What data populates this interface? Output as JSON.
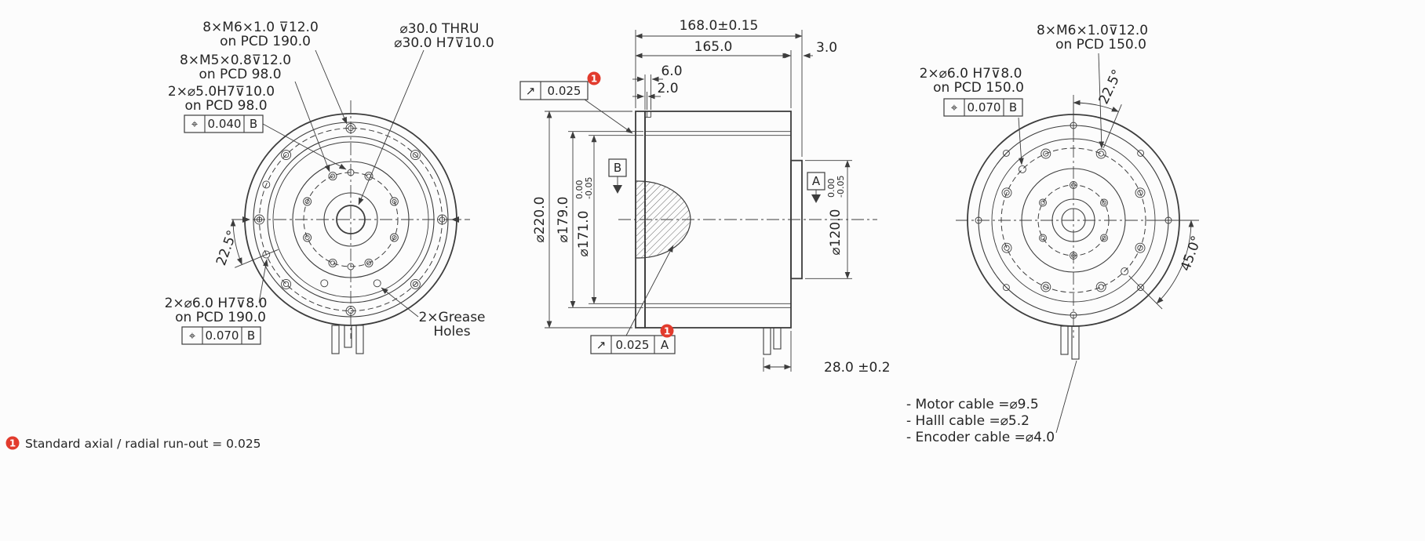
{
  "colors": {
    "line": "#3d3d3d",
    "badge_red": "#e23b2d"
  },
  "front_view": {
    "m6": {
      "line1": "8×M6×1.0 ⊽12.0",
      "line2": "on PCD 190.0"
    },
    "m5": {
      "line1": "8×M5×0.8⊽12.0",
      "line2": "on PCD 98.0"
    },
    "dowel5": {
      "line1": "2×⌀5.0H7⊽10.0",
      "line2": "on PCD 98.0",
      "fcf": {
        "symbol": "⌖",
        "tolerance": "0.040",
        "datum": "B"
      }
    },
    "bore": {
      "line1": "⌀30.0 THRU",
      "line2": "⌀30.0 H7⊽10.0"
    },
    "angle": "22.5°",
    "dowel6": {
      "line1": "2×⌀6.0 H7⊽8.0",
      "line2": "on PCD 190.0",
      "fcf": {
        "symbol": "⌖",
        "tolerance": "0.070",
        "datum": "B"
      }
    },
    "grease": {
      "line1": "2×Grease",
      "line2": "Holes"
    }
  },
  "side_view": {
    "dim_overall": "168.0±0.15",
    "dim_length": "165.0",
    "dim_hub": "3.0",
    "dim_step6": "6.0",
    "dim_step2": "2.0",
    "dia220": "⌀220.0",
    "dia179": "⌀179.0",
    "dia171": "⌀171.0",
    "dia171_tol_upper": "0.00",
    "dia171_tol_lower": "-0.05",
    "dia120": "⌀120.0",
    "dia120_tol_upper": "0.00",
    "dia120_tol_lower": "-0.05",
    "dim_cable": "28.0 ±0.2",
    "runout_top": {
      "symbol": "↗",
      "tolerance": "0.025",
      "badge": "1"
    },
    "runout_bottom": {
      "symbol": "↗",
      "tolerance": "0.025",
      "datum": "A",
      "badge": "1"
    },
    "datum_a": "A",
    "datum_b": "B"
  },
  "rear_view": {
    "m6": {
      "line1": "8×M6×1.0⊽12.0",
      "line2": "on PCD 150.0"
    },
    "dowel6": {
      "line1": "2×⌀6.0 H7⊽8.0",
      "line2": "on PCD 150.0",
      "fcf": {
        "symbol": "⌖",
        "tolerance": "0.070",
        "datum": "B"
      }
    },
    "angle_small": "22.5°",
    "angle_large": "45.0°",
    "cable_notes": [
      "- Motor cable =⌀9.5",
      "- Halll cable =⌀5.2",
      "- Encoder cable =⌀4.0"
    ]
  },
  "footnote": {
    "badge": "1",
    "text": "Standard axial / radial run-out = 0.025"
  }
}
